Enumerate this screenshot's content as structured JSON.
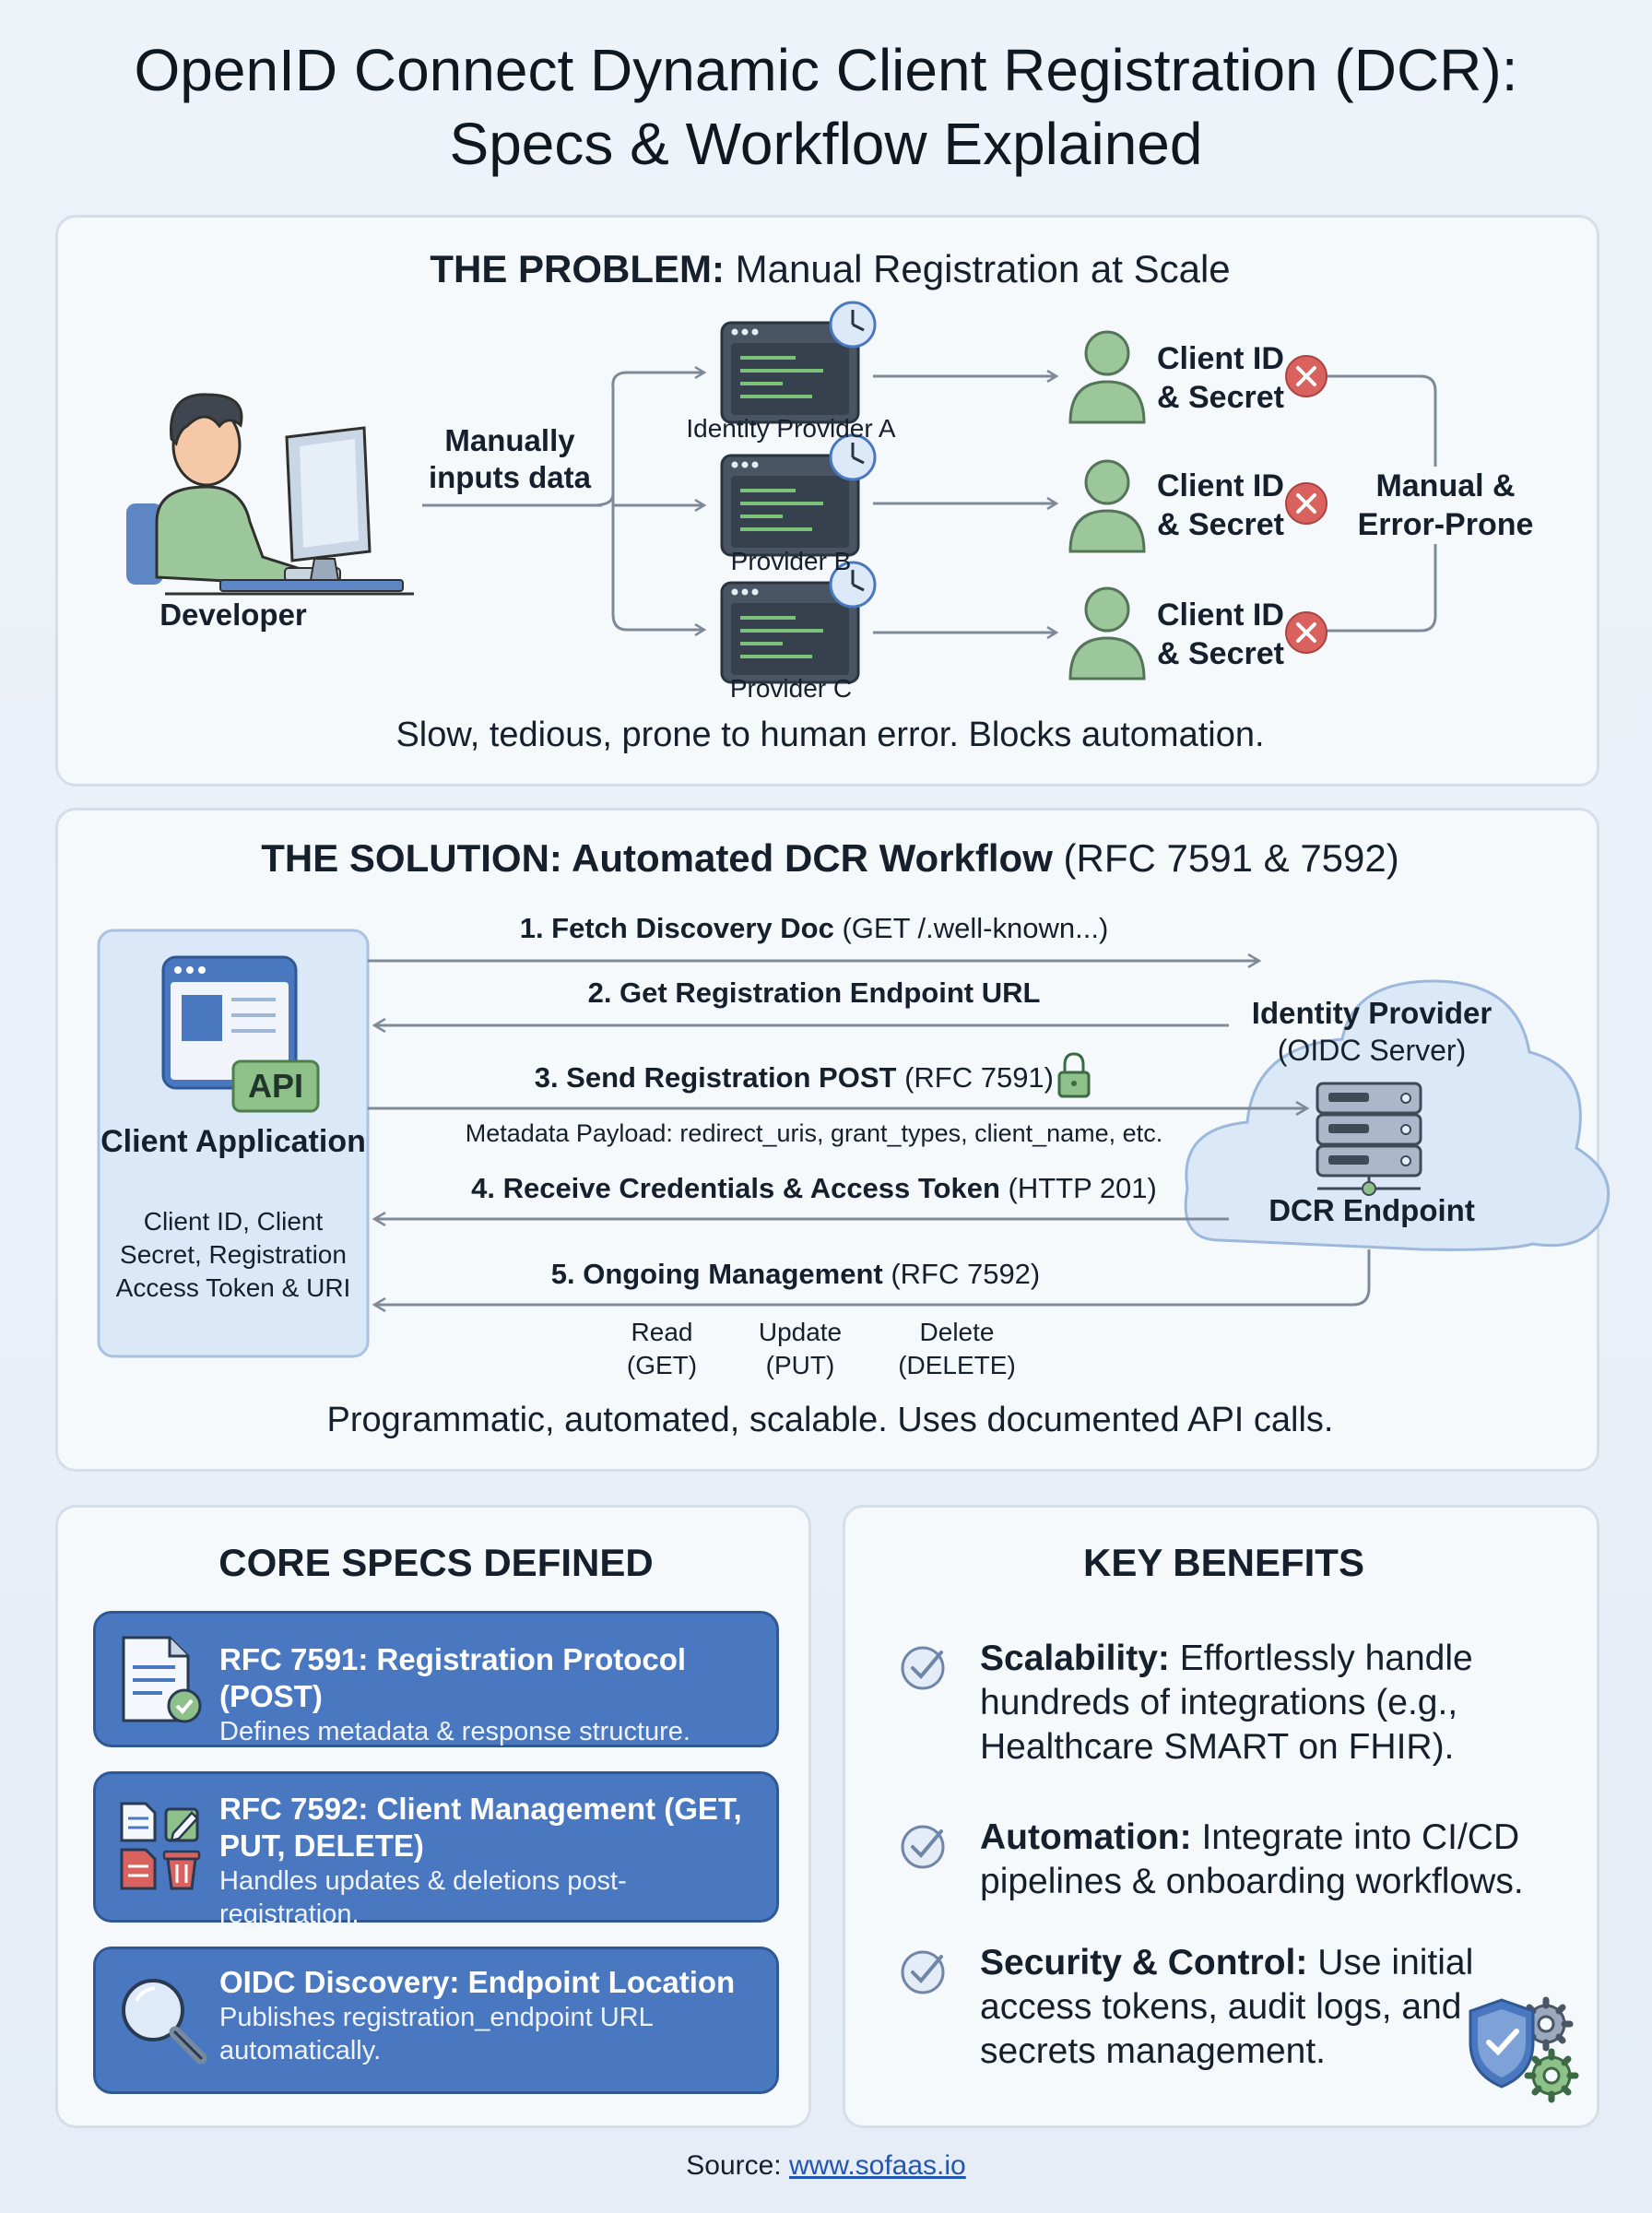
{
  "title": {
    "line1": "OpenID Connect Dynamic Client Registration (DCR):",
    "line2": "Specs & Workflow Explained"
  },
  "problem": {
    "heading_bold": "THE PROBLEM:",
    "heading_rest": " Manual Registration at Scale",
    "developer_label": "Developer",
    "arrow_label": "Manually inputs data",
    "providers": [
      "Identity Provider A",
      "Provider B",
      "Provider C"
    ],
    "credential_label": "Client ID & Secret",
    "outcome_label": "Manual & Error-Prone",
    "caption": "Slow, tedious, prone to human error. Blocks automation."
  },
  "solution": {
    "heading_bold": "THE SOLUTION: Automated DCR Workflow",
    "heading_rest": " (RFC 7591 & 7592)",
    "client": {
      "api_badge": "API",
      "name": "Client Application",
      "details": "Client ID, Client Secret, Registration Access Token & URI"
    },
    "server": {
      "name": "Identity Provider",
      "sub": "(OIDC Server)",
      "endpoint": "DCR Endpoint"
    },
    "steps": [
      {
        "bold": "1. Fetch Discovery Doc",
        "rest": " (GET /.well-known...)"
      },
      {
        "bold": "2. Get Registration Endpoint URL",
        "rest": ""
      },
      {
        "bold": "3. Send Registration POST",
        "rest": " (RFC 7591)"
      },
      {
        "bold": "4. Receive Credentials & Access Token",
        "rest": " (HTTP 201)"
      },
      {
        "bold": "5. Ongoing Management",
        "rest": " (RFC 7592)"
      }
    ],
    "payload_note": "Metadata Payload: redirect_uris, grant_types, client_name, etc.",
    "operations": [
      {
        "name": "Read",
        "method": "(GET)"
      },
      {
        "name": "Update",
        "method": "(PUT)"
      },
      {
        "name": "Delete",
        "method": "(DELETE)"
      }
    ],
    "caption": "Programmatic, automated, scalable. Uses documented API calls."
  },
  "specs": {
    "heading": "CORE SPECS DEFINED",
    "items": [
      {
        "icon": "document-check-icon",
        "title": "RFC 7591: Registration Protocol (POST)",
        "desc": "Defines metadata & response structure."
      },
      {
        "icon": "edit-delete-icon",
        "title": "RFC 7592: Client Management (GET, PUT, DELETE)",
        "desc": "Handles updates & deletions post-registration."
      },
      {
        "icon": "magnifier-icon",
        "title": "OIDC Discovery: Endpoint Location",
        "desc": "Publishes registration_endpoint URL automatically."
      }
    ]
  },
  "benefits": {
    "heading": "KEY BENEFITS",
    "items": [
      {
        "bold": "Scalability:",
        "rest": " Effortlessly handle hundreds of integrations (e.g., Healthcare SMART on FHIR)."
      },
      {
        "bold": "Automation:",
        "rest": " Integrate into CI/CD pipelines & onboarding workflows."
      },
      {
        "bold": "Security & Control:",
        "rest": " Use initial access tokens, audit logs, and secrets management."
      }
    ]
  },
  "source": {
    "label": "Source: ",
    "link": "www.sofaas.io"
  },
  "colors": {
    "card_blue": "#4a78c0",
    "arrow_gray": "#7f8a98",
    "error_red": "#d9615e",
    "person_green": "#9cc79a",
    "cloud_blue": "#dbe8f7"
  }
}
